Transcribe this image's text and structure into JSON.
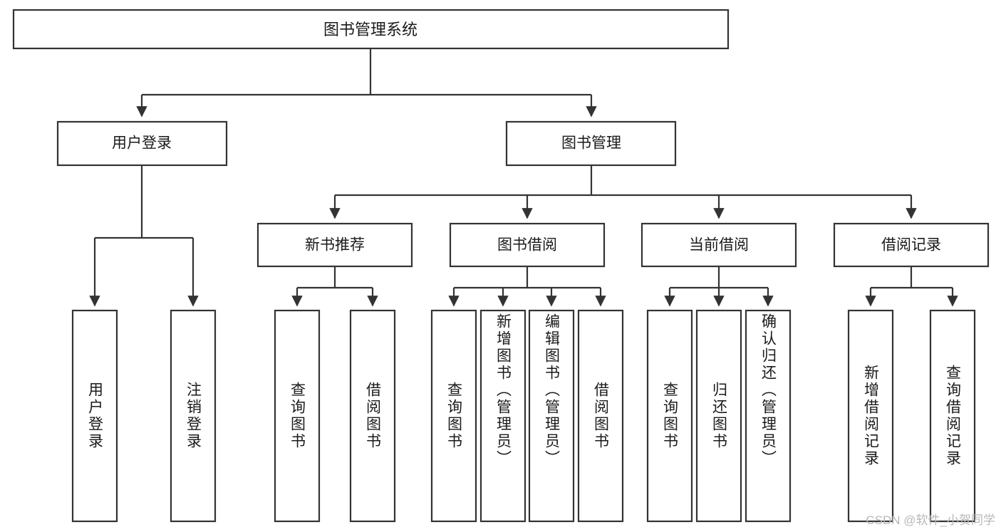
{
  "diagram": {
    "type": "tree",
    "title": "图书管理系统",
    "watermark": "CSDN @软件_小贺同学",
    "colors": {
      "stroke": "#333333",
      "fill": "#ffffff",
      "text": "#1a1a1a",
      "watermark": "#b8b8b8"
    },
    "root": {
      "label": "图书管理系统"
    },
    "level2": [
      {
        "label": "用户登录"
      },
      {
        "label": "图书管理"
      }
    ],
    "level3": [
      {
        "label": "新书推荐"
      },
      {
        "label": "图书借阅"
      },
      {
        "label": "当前借阅"
      },
      {
        "label": "借阅记录"
      }
    ],
    "leaves": {
      "user_login": [
        {
          "label": "用户登录"
        },
        {
          "label": "注销登录"
        }
      ],
      "new_book": [
        {
          "label": "查询图书"
        },
        {
          "label": "借阅图书"
        }
      ],
      "book_borrow": [
        {
          "label": "查询图书"
        },
        {
          "label": "新增图书（管理员）"
        },
        {
          "label": "编辑图书（管理员）"
        },
        {
          "label": "借阅图书"
        }
      ],
      "current_borrow": [
        {
          "label": "查询图书"
        },
        {
          "label": "归还图书"
        },
        {
          "label": "确认归还（管理员）"
        }
      ],
      "borrow_record": [
        {
          "label": "新增借阅记录"
        },
        {
          "label": "查询借阅记录"
        }
      ]
    }
  }
}
